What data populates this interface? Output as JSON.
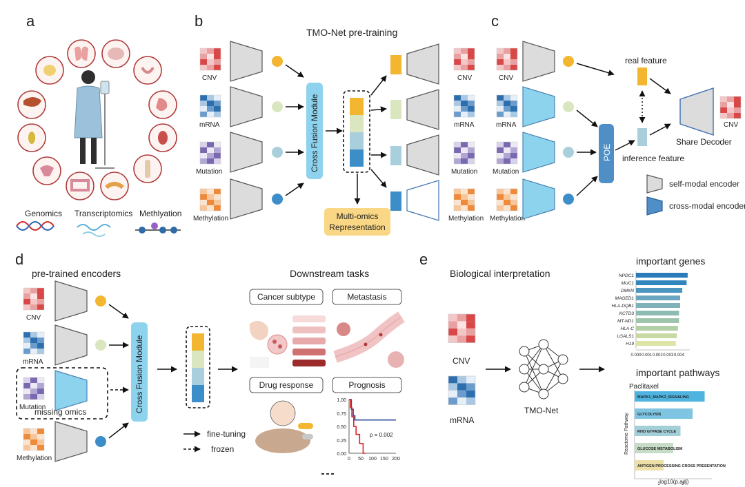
{
  "panels": {
    "a": {
      "letter": "a",
      "omics_labels": [
        "Genomics",
        "Transcriptomics",
        "Methlyation"
      ]
    },
    "b": {
      "letter": "b",
      "title": "TMO-Net pre-training",
      "inputs": [
        "CNV",
        "mRNA",
        "Mutation",
        "Methylation"
      ],
      "outputs": [
        "CNV",
        "mRNA",
        "Mutation",
        "Methylation"
      ],
      "fusion_label": "Cross Fusion Module",
      "representation_label_1": "Multi-omics",
      "representation_label_2": "Representation"
    },
    "c": {
      "letter": "c",
      "inputs": [
        "CNV",
        "mRNA",
        "Mutation",
        "Methylation"
      ],
      "poe_label": "POE",
      "real_feature": "real feature",
      "inference_feature": "inference feature",
      "decoder_label": "Share Decoder",
      "output_label": "CNV",
      "legend_self": "self-modal encoder",
      "legend_cross": "cross-modal encoder"
    },
    "d": {
      "letter": "d",
      "encoders_title": "pre-trained encoders",
      "inputs": [
        "CNV",
        "mRNA",
        "Mutation",
        "Methylation"
      ],
      "missing_label": "missing omics",
      "fusion_label": "Cross Fusion Module",
      "legend_finetune": "fine-tuning",
      "legend_frozen": "frozen",
      "downstream_title": "Downstream tasks",
      "tasks": [
        "Cancer subtype",
        "Metastasis",
        "Drug response",
        "Prognosis"
      ],
      "km_pvalue": "p = 0.002",
      "km_yticks": [
        "1.00",
        "0.75",
        "0.50",
        "0.25",
        "0.00"
      ],
      "km_xticks": [
        "0",
        "50",
        "100",
        "150",
        "200"
      ]
    },
    "e": {
      "letter": "e",
      "title": "Biological interpretation",
      "inputs": [
        "CNV",
        "mRNA"
      ],
      "model_label": "TMO-Net",
      "genes_title": "important genes",
      "pathways_title": "important pathways",
      "pathway_subtitle": "Paclitaxel",
      "pathway_ylabel": "Reactome Pathway",
      "pathway_xlabel": "-log10(p.adj)"
    }
  },
  "colors": {
    "cnv": "#f2b631",
    "mrna": "#d9e6c0",
    "mutation": "#a9cfdc",
    "methylation": "#3c8ec9",
    "fusion": "#8ed3ee",
    "cross_encoder": "#8ed3ee",
    "self_encoder": "#dcdcdc",
    "poe": "#4f8fc6",
    "representation": "#f9d784",
    "patient_ring": "#b03a3a"
  },
  "chart_data": [
    {
      "type": "bar",
      "orientation": "horizontal",
      "title": "important genes",
      "categories": [
        "NPDC1",
        "MUC1",
        "DMKN",
        "MAGED1",
        "HLA-DQB1",
        "KCTD3",
        "MT-ND1",
        "HLA-C",
        "LGALS1",
        "H19"
      ],
      "values": [
        0.0048,
        0.0047,
        0.0043,
        0.0041,
        0.0041,
        0.004,
        0.004,
        0.0039,
        0.0038,
        0.0037
      ],
      "xlim": [
        0,
        0.005
      ],
      "xticks": [
        "0.000",
        "0.001",
        "0.002",
        "0.003",
        "0.004"
      ]
    },
    {
      "type": "bar",
      "orientation": "horizontal",
      "title": "important pathways",
      "subtitle": "Paclitaxel",
      "categories": [
        "MAPK1_MAPK3_SIGNALING",
        "GLYCOLYSIS",
        "RHO GTPASE CYCLE",
        "GLUCOSE METABOLISM",
        "ANTIGEN PROCESSING CROSS PRESENTATION"
      ],
      "values": [
        2.9,
        2.4,
        1.9,
        1.6,
        1.2
      ],
      "xlim": [
        0,
        3.2
      ],
      "xticks": [
        "1",
        "2"
      ],
      "xlabel": "-log10(p.adj)",
      "ylabel": "Reactome Pathway"
    },
    {
      "type": "line",
      "title": "",
      "series": [
        {
          "x": [
            0,
            10,
            10,
            18,
            18,
            25,
            25,
            200
          ],
          "y": [
            1.0,
            1.0,
            0.82,
            0.82,
            0.7,
            0.7,
            0.62,
            0.62
          ]
        },
        {
          "x": [
            0,
            6,
            6,
            12,
            12,
            20,
            20,
            30,
            30,
            45,
            45,
            60,
            60,
            70
          ],
          "y": [
            1.0,
            1.0,
            0.85,
            0.85,
            0.68,
            0.68,
            0.5,
            0.5,
            0.35,
            0.35,
            0.18,
            0.18,
            0.0,
            0.0
          ]
        }
      ],
      "series_colors": [
        "#2e4f9e",
        "#e02222"
      ],
      "xlim": [
        0,
        200
      ],
      "ylim": [
        0,
        1
      ],
      "annotation": "p = 0.002"
    }
  ]
}
